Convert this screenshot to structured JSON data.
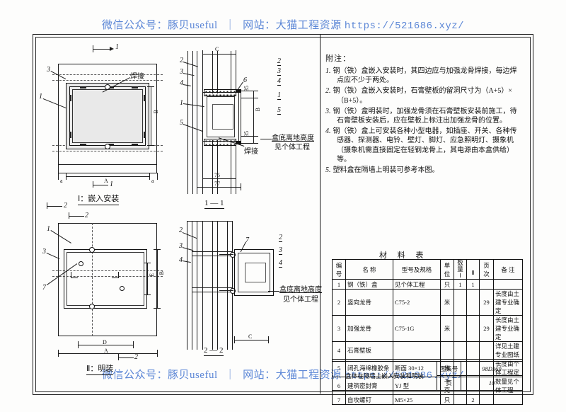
{
  "watermark": {
    "wechat_label": "微信公众号：",
    "wechat_name": "豚贝useful",
    "separator": "｜",
    "site_label": "网站：",
    "site_name": "大猫工程资源",
    "url": "https://521686.xyz/"
  },
  "notes": {
    "title": "附注：",
    "items": [
      {
        "index": "1.",
        "text": "钢（铁）盒嵌入安装时，其四边应与加强龙骨焊接，每边焊点应不少于两处。"
      },
      {
        "index": "2.",
        "text": "钢（铁）盒嵌入安装时，石膏壁板的留洞尺寸为（A+5）×（B+5）。"
      },
      {
        "index": "3.",
        "text": "钢（铁）盒明装时，加强龙骨须在石膏壁板安装前施工，待石膏壁板安装后，应在壁板上标注出加强龙骨的位置。"
      },
      {
        "index": "4.",
        "text": "钢（铁）盒上可安装各种小型电器，如插座、开关、各种传感器、探测器、电铃、壁灯、脚灯、应急照明灯、摄象机（摄象机需直接固定在轻钢龙骨上，其电源由本盒供给）等。"
      },
      {
        "index": "5.",
        "text": "塑料盒在隔墙上明装可参考本图。"
      }
    ]
  },
  "views": {
    "top_left": {
      "caption": "Ⅰ：嵌入安装",
      "section_marks": [
        "1",
        "1",
        "2",
        "2"
      ],
      "weld_label": "焊接",
      "callouts": [
        "3",
        "1"
      ],
      "dims": [
        "A",
        "B",
        "a",
        "a"
      ]
    },
    "section_1_1": {
      "caption": "1 — 1",
      "callouts": [
        "2",
        "3",
        "4",
        "1",
        "5",
        "6"
      ],
      "dims": [
        "C",
        "75",
        "77",
        "35",
        "35",
        "B"
      ],
      "weld_label": "焊接",
      "height_note_1": "盒底离地高度",
      "height_note_2": "见个体工程"
    },
    "bottom_left": {
      "caption": "Ⅱ：明装",
      "section_marks": [
        "2",
        "2"
      ],
      "callouts": [
        "1",
        "3",
        "7"
      ],
      "dims": [
        "A",
        "D",
        "B",
        "E"
      ]
    },
    "section_2_2": {
      "caption": "2 — 2",
      "callouts": [
        "2",
        "3",
        "4",
        "7"
      ],
      "dims": [
        "C"
      ],
      "height_note_1": "盒底离地高度",
      "height_note_2": "见个体工程"
    },
    "right_callout_column_top": [
      "2",
      "3",
      "4",
      "1",
      "5"
    ],
    "right_callout_column_bottom": [
      "2",
      "3",
      "4"
    ]
  },
  "materials_table": {
    "title": "材  料  表",
    "headers": {
      "no": "编号",
      "name": "名   称",
      "spec": "型号及规格",
      "unit": "单位",
      "qty": "数  量",
      "qty_sub": [
        "Ⅰ",
        "Ⅱ"
      ],
      "page": "页次",
      "remark": "备      注"
    },
    "rows": [
      {
        "no": "1",
        "name": "钢（铁）盒",
        "spec": "见个体工程",
        "unit": "只",
        "q1": "1",
        "q2": "1",
        "page": "",
        "remark": ""
      },
      {
        "no": "2",
        "name": "竖向龙骨",
        "spec": "C75-2",
        "unit": "米",
        "q1": "",
        "q2": "",
        "page": "29",
        "remark": "长度由土建专业确定"
      },
      {
        "no": "3",
        "name": "加强龙骨",
        "spec": "C75-1G",
        "unit": "米",
        "q1": "",
        "q2": "",
        "page": "29",
        "remark": "长度由土建专业确定"
      },
      {
        "no": "4",
        "name": "石膏壁板",
        "spec": "",
        "unit": "",
        "q1": "",
        "q2": "",
        "page": "",
        "remark": "详见土建专业图纸"
      },
      {
        "no": "5",
        "name": "闭孔海绵橡胶条",
        "spec": "断面 30×12",
        "unit": "米",
        "q1": "",
        "q2": "",
        "page": "",
        "remark": "长度由个体工程定"
      },
      {
        "no": "6",
        "name": "建筑密封膏",
        "spec": "YJ 型",
        "unit": "千克",
        "q1": "",
        "q2": "",
        "page": "",
        "remark": "数量见个体工程"
      },
      {
        "no": "7",
        "name": "自攻螺钉",
        "spec": "M5×25",
        "unit": "只",
        "q1": "",
        "q2": "2",
        "page": "",
        "remark": ""
      }
    ]
  },
  "title_block": {
    "drawing_name": "盒体在隔墙上嵌入安装和明装",
    "label_number": "图集号",
    "label_page": "页",
    "value_number": "98D369",
    "value_page": "10"
  }
}
